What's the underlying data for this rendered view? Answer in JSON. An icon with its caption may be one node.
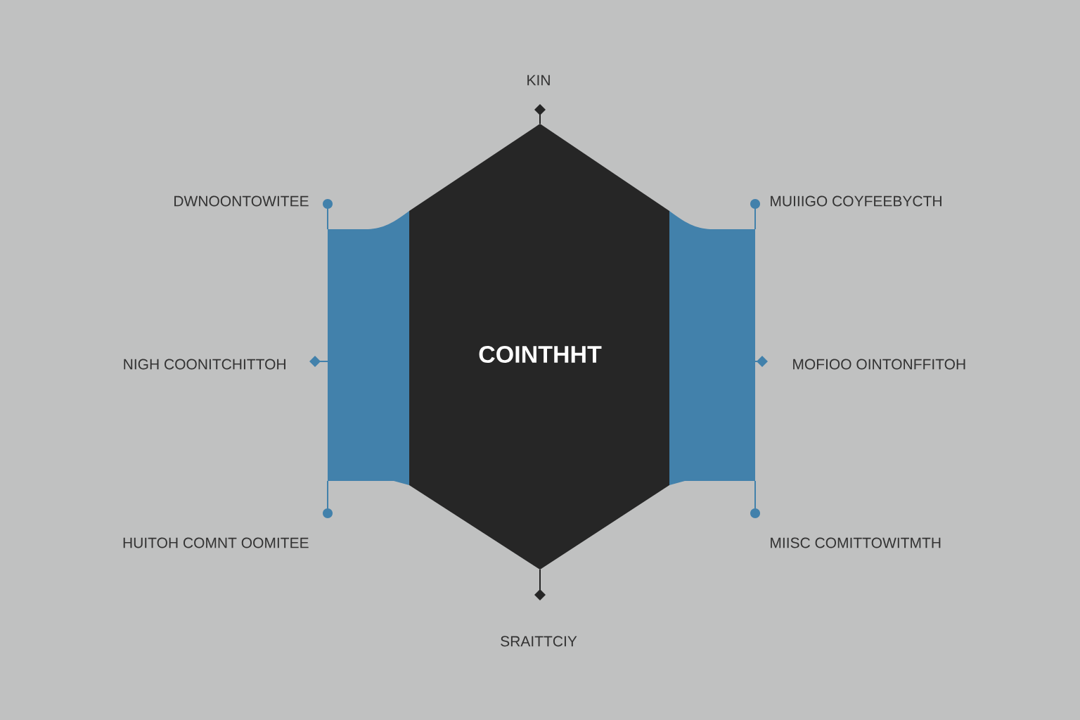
{
  "diagram": {
    "nodes": [
      {
        "text": [],
        "shape": "band"
      },
      {
        "text": [
          "COINTHHT"
        ]
      },
      {
        "text": [],
        "shape": "band"
      }
    ],
    "edges": [],
    "labels": [
      "KIN",
      "DWNOONTOWITEE",
      "MUIIIGO COYFEEBYCTH",
      "NIGH COONITCHITTOH",
      "MOFIOO OINTONFFITOH",
      "HUITOH COMNT OOMITEE",
      "MIISC COMITTOWITMTH",
      "SRAITTCIY"
    ]
  }
}
